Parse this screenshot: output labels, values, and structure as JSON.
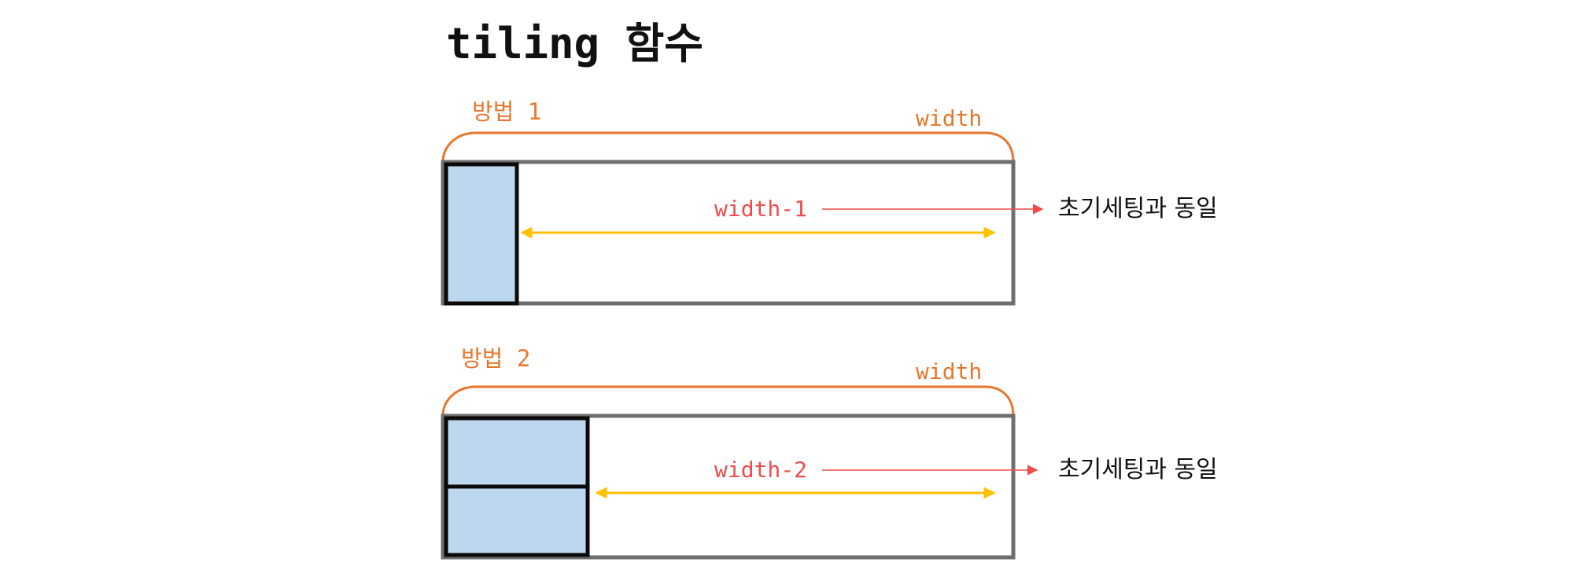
{
  "title": "tiling 함수",
  "colors": {
    "accent_orange": "#E8762C",
    "red": "#EF4B4B",
    "yellow": "#FFC000",
    "tile_fill": "#BDD7EE",
    "outer_border": "#6E6E6E"
  },
  "methods": [
    {
      "label": "방법 1",
      "width_label": "width",
      "remaining_label": "width-1",
      "result": "초기세팅과 동일",
      "tile_count": 1
    },
    {
      "label": "방법 2",
      "width_label": "width",
      "remaining_label": "width-2",
      "result": "초기세팅과 동일",
      "tile_count": 2
    }
  ]
}
